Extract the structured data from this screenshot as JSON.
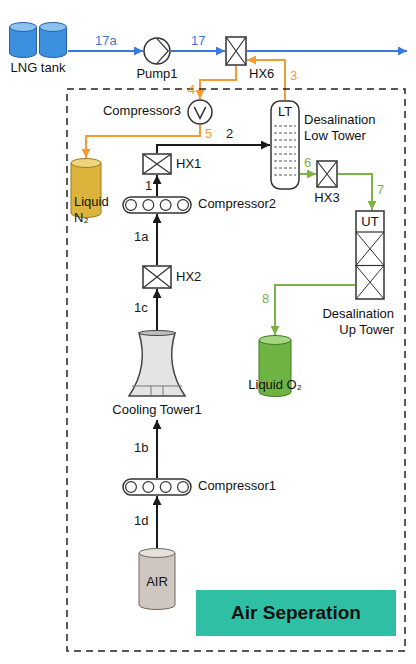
{
  "diagram": {
    "nodes": [
      {
        "text": [
          "LNG tank"
        ]
      },
      {
        "text": [
          "Pump1"
        ]
      },
      {
        "text": [
          "HX6"
        ]
      },
      {
        "text": [
          "Air Seperation"
        ]
      },
      {
        "text": [
          "Compressor3"
        ],
        "in": 3
      },
      {
        "text": [
          "LT",
          "Desalination Low Tower"
        ],
        "in": 3
      },
      {
        "text": [
          "Liquid N₂"
        ],
        "in": 3
      },
      {
        "text": [
          "HX1"
        ],
        "in": 3
      },
      {
        "text": [
          "Compressor2"
        ],
        "in": 3
      },
      {
        "text": [
          "HX3"
        ],
        "in": 3
      },
      {
        "text": [
          "UT",
          "Desalination Up Tower"
        ],
        "in": 3
      },
      {
        "text": [
          "HX2"
        ],
        "in": 3
      },
      {
        "text": [
          "Liquid O₂"
        ],
        "in": 3
      },
      {
        "text": [
          "Cooling Tower1"
        ],
        "in": 3
      },
      {
        "text": [
          "Compressor1"
        ],
        "in": 3
      },
      {
        "text": [
          "AIR"
        ],
        "in": 3
      }
    ],
    "edges": [
      {
        "from": 0,
        "to": 1,
        "label": "17a",
        "arrow": "to"
      },
      {
        "from": 1,
        "to": 2,
        "label": "17",
        "arrow": "to"
      },
      {
        "from": 5,
        "to": 2,
        "label": "3",
        "arrow": "to"
      },
      {
        "from": 2,
        "to": 4,
        "label": "4",
        "arrow": "to"
      },
      {
        "from": 4,
        "to": 6,
        "label": "5",
        "arrow": "to"
      },
      {
        "from": 7,
        "to": 5,
        "label": "2",
        "arrow": "to"
      },
      {
        "from": 8,
        "to": 7,
        "label": "1",
        "arrow": "to"
      },
      {
        "from": 11,
        "to": 8,
        "label": "1a",
        "arrow": "to"
      },
      {
        "from": 13,
        "to": 11,
        "label": "1c",
        "arrow": "to"
      },
      {
        "from": 14,
        "to": 13,
        "label": "1b",
        "arrow": "to"
      },
      {
        "from": 15,
        "to": 14,
        "label": "1d",
        "arrow": "to"
      },
      {
        "from": 5,
        "to": 9,
        "label": "6",
        "arrow": "to"
      },
      {
        "from": 9,
        "to": 10,
        "label": "7",
        "arrow": "to"
      },
      {
        "from": 10,
        "to": 12,
        "label": "8",
        "arrow": "to"
      }
    ]
  }
}
